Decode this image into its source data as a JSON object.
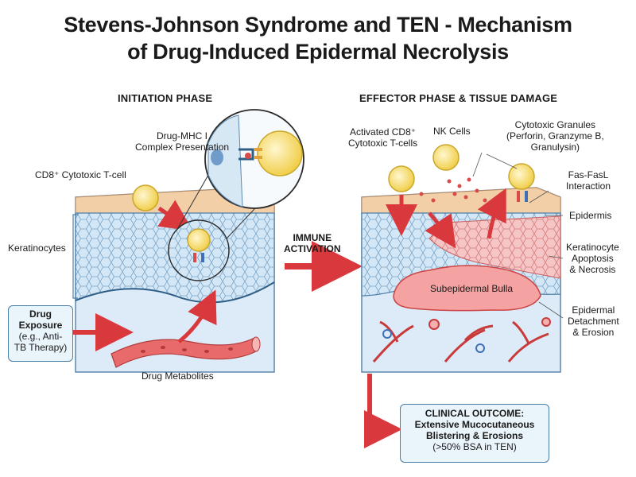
{
  "title": {
    "line1": "Stevens-Johnson Syndrome and TEN - Mechanism",
    "line2": "of Drug-Induced Epidermal Necrolysis"
  },
  "initiation": {
    "heading": "INITIATION PHASE",
    "drug_mhc_line1": "Drug-MHC I",
    "drug_mhc_line2": "Complex Presentation",
    "cd8_label": "CD8⁺ Cytotoxic T-cell",
    "keratinocytes": "Keratinocytes",
    "drug_exposure_bold1": "Drug",
    "drug_exposure_bold2": "Exposure",
    "drug_exposure_line3": "(e.g., Anti-",
    "drug_exposure_line4": "TB Therapy)",
    "drug_metabolites": "Drug Metabolites"
  },
  "activation": {
    "line1": "IMMUNE",
    "line2": "ACTIVATION"
  },
  "effector": {
    "heading": "EFFECTOR PHASE & TISSUE DAMAGE",
    "activated_line1": "Activated CD8⁺",
    "activated_line2": "Cytotoxic T-cells",
    "nk_cells": "NK Cells",
    "granules_line1": "Cytotoxic Granules",
    "granules_line2": "(Perforin, Granzyme B,",
    "granules_line3": "Granulysin)",
    "fas_line1": "Fas-FasL",
    "fas_line2": "Interaction",
    "epidermis": "Epidermis",
    "apoptosis_line1": "Keratinocyte",
    "apoptosis_line2": "Apoptosis",
    "apoptosis_line3": "& Necrosis",
    "bulla": "Subepidermal Bulla",
    "detach_line1": "Epidermal",
    "detach_line2": "Detachment",
    "detach_line3": "& Erosion"
  },
  "outcome": {
    "line1": "CLINICAL OUTCOME:",
    "line2": "Extensive Mucocutaneous",
    "line3": "Blistering & Erosions",
    "line4": "(>50% BSA in TEN)"
  },
  "colors": {
    "arrow_red": "#d9393c",
    "skin_surface": "#f3cfa8",
    "epidermis_blue": "#cfe3f3",
    "dermis_blue": "#dcebf7",
    "vessel_red": "#d94a4a",
    "tcell_yellow": "#f3d35a",
    "bulla_pink": "#f29a9a"
  }
}
